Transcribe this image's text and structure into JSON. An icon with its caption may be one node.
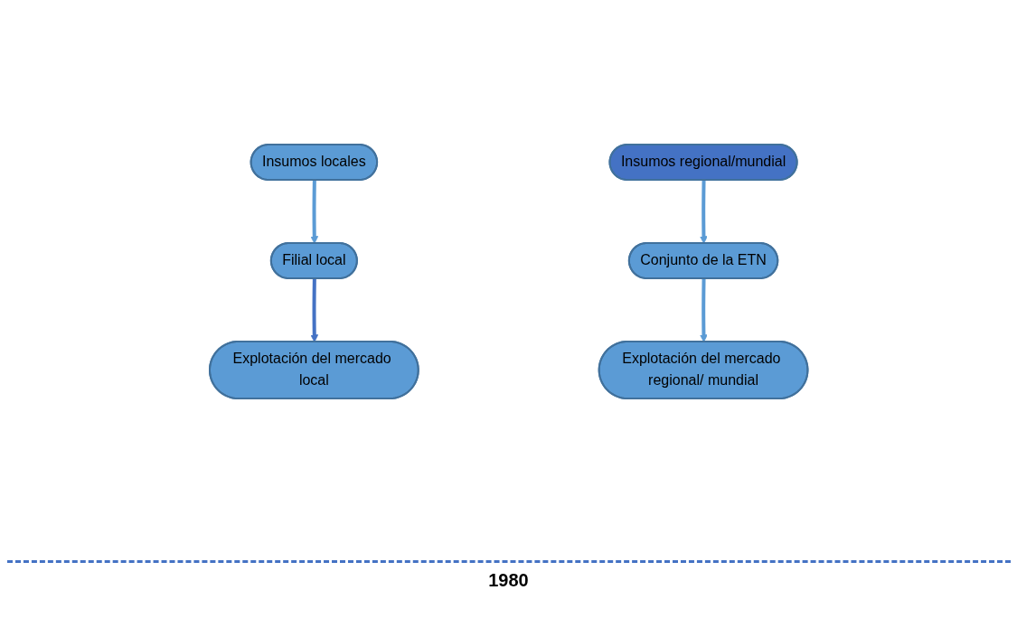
{
  "diagram": {
    "nodes": [
      {
        "text": [
          "Insumos locales"
        ]
      },
      {
        "text": [
          "Filial local"
        ]
      },
      {
        "text": [
          "Explotación del mercado local"
        ]
      },
      {
        "text": [
          "Insumos regional/mundial"
        ]
      },
      {
        "text": [
          "Conjunto de la ETN"
        ]
      },
      {
        "text": [
          "Explotación del mercado regional/ mundial"
        ]
      }
    ],
    "edges": [
      {
        "from": 0,
        "to": 1,
        "arrow": "to"
      },
      {
        "from": 1,
        "to": 2,
        "arrow": "to",
        "color": "#4472c4"
      },
      {
        "from": 3,
        "to": 4,
        "arrow": "to"
      },
      {
        "from": 4,
        "to": 5,
        "arrow": "to"
      }
    ],
    "labels": [
      "1980"
    ]
  }
}
